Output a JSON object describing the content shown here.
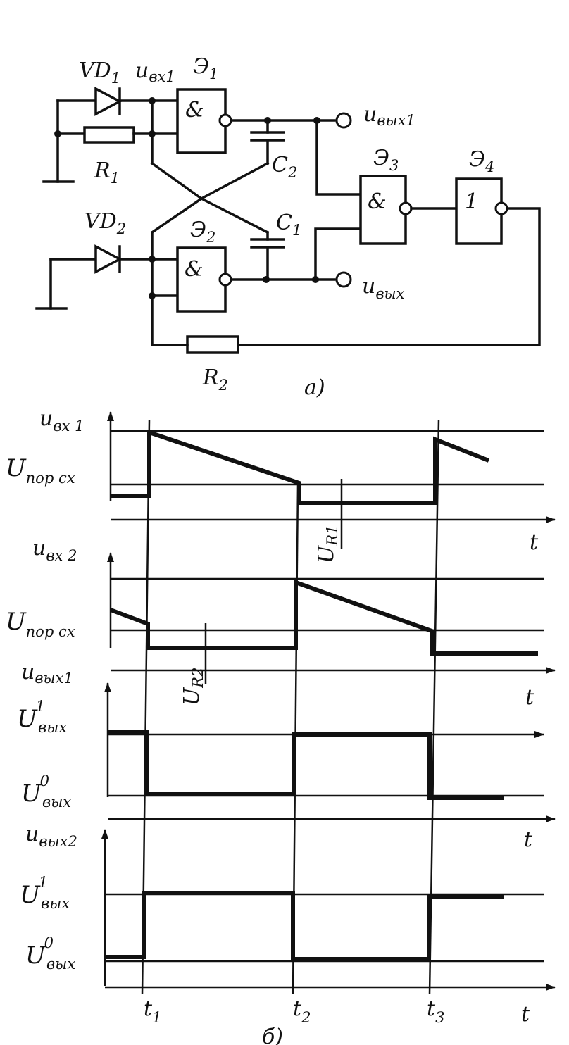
{
  "circuit": {
    "vd1": "VD",
    "vd1_sub": "1",
    "vd2": "VD",
    "vd2_sub": "2",
    "r1": "R",
    "r1_sub": "1",
    "r2": "R",
    "r2_sub": "2",
    "c1": "C",
    "c1_sub": "1",
    "c2": "C",
    "c2_sub": "2",
    "e1": "Э",
    "e1_sub": "1",
    "e2": "Э",
    "e2_sub": "2",
    "e3": "Э",
    "e3_sub": "3",
    "e4": "Э",
    "e4_sub": "4",
    "gate_and": "&",
    "gate_not": "1",
    "u_in1": "u",
    "u_in1_sub": "вх1",
    "u_out1": "u",
    "u_out1_sub": "вых1",
    "u_out": "u",
    "u_out_sub": "вых",
    "caption": "а)"
  },
  "timing": {
    "ax1_label": "u",
    "ax1_sub": "вх 1",
    "ax2_label": "u",
    "ax2_sub": "вх 2",
    "ax3_label": "u",
    "ax3_sub": "вых1",
    "ax4_label": "u",
    "ax4_sub": "вых2",
    "threshold1": "U",
    "threshold1_sub": "пор сх",
    "threshold2": "U",
    "threshold2_sub": "пор сх",
    "ur1": "U",
    "ur1_sub": "R1",
    "ur2": "U",
    "ur2_sub": "R2",
    "u_high_a": "U",
    "u_high_a_sup": "1",
    "u_high_a_sub": "вых",
    "u_low_a": "U",
    "u_low_a_sup": "0",
    "u_low_a_sub": "вых",
    "u_high_b": "U",
    "u_high_b_sup": "1",
    "u_high_b_sub": "вых",
    "u_low_b": "U",
    "u_low_b_sup": "0",
    "u_low_b_sub": "вых",
    "t_axis": "t",
    "t1": "t",
    "t1_sub": "1",
    "t2": "t",
    "t2_sub": "2",
    "t3": "t",
    "t3_sub": "3",
    "caption": "б)"
  }
}
